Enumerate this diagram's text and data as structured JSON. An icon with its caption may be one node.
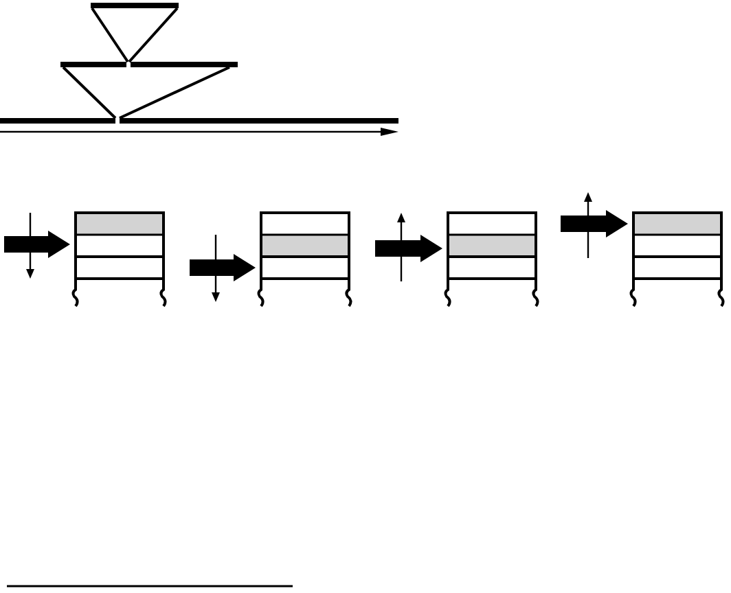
{
  "diagram": {
    "nodes": [
      {
        "text": [],
        "shape": "bar"
      },
      {
        "text": [],
        "shape": "bar"
      },
      {
        "text": [],
        "shape": "bar"
      },
      {
        "text": [],
        "shape": "box"
      },
      {
        "text": [],
        "shape": "box"
      },
      {
        "text": [],
        "shape": "box"
      },
      {
        "text": [],
        "shape": "box"
      }
    ],
    "edges": [
      {
        "from": 0,
        "to": 1,
        "arrow": "none"
      },
      {
        "from": 0,
        "to": 1,
        "arrow": "none"
      },
      {
        "from": 1,
        "to": 2,
        "arrow": "none"
      },
      {
        "from": 1,
        "to": 2,
        "arrow": "none"
      },
      {
        "from": null,
        "to": 3,
        "arrow": "to",
        "style": "thick"
      },
      {
        "from": null,
        "to": 4,
        "arrow": "to",
        "style": "thick"
      },
      {
        "from": null,
        "to": 5,
        "arrow": "to",
        "style": "thick"
      },
      {
        "from": null,
        "to": 6,
        "arrow": "to",
        "style": "thick"
      }
    ]
  }
}
